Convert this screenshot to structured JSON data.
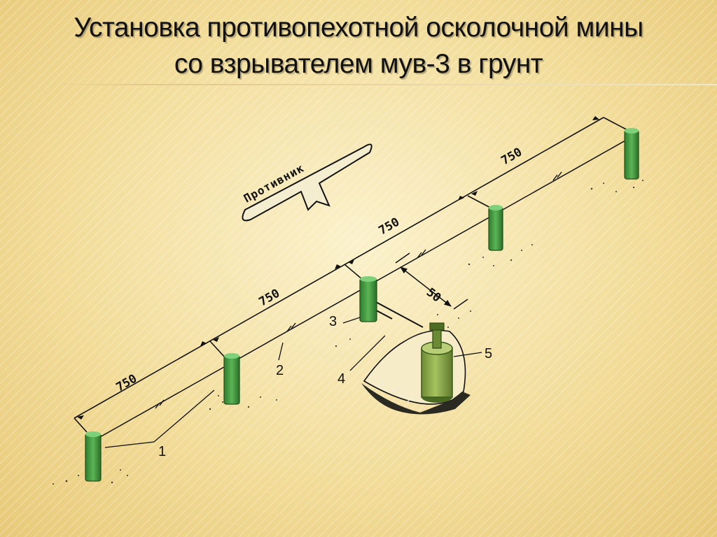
{
  "title": {
    "line1": "Установка противопехотной осколочной мины",
    "line2": "со взрывателем мув-3 в грунт"
  },
  "direction_label": "Противник",
  "dimensions": [
    "750",
    "750",
    "750",
    "750",
    "50"
  ],
  "callouts": [
    "1",
    "2",
    "3",
    "4",
    "5"
  ],
  "colors": {
    "stake_green": "#3f9a3c",
    "mine_green": "#7a9a3c",
    "background": "#f3e3a6",
    "ink": "#111111"
  }
}
